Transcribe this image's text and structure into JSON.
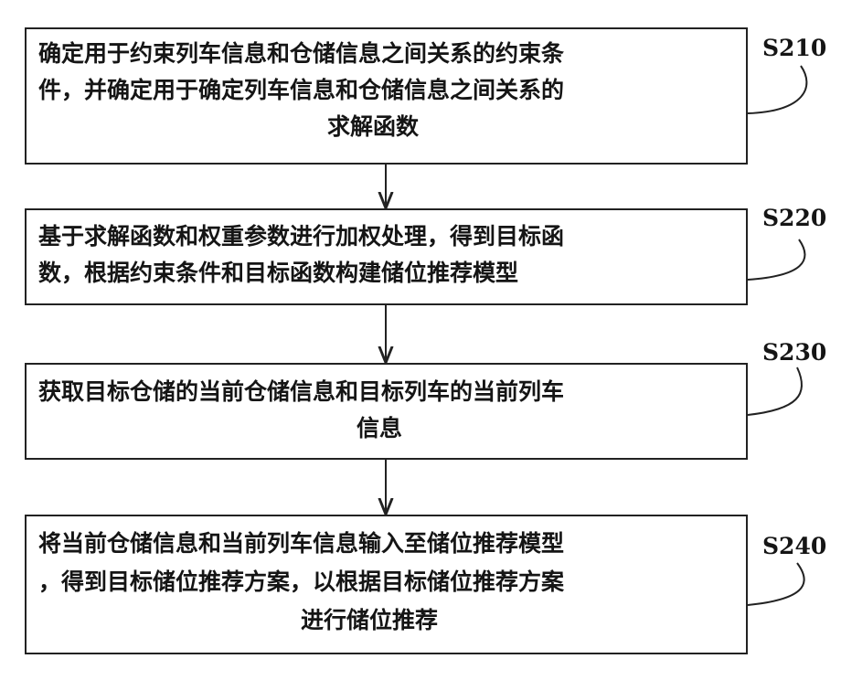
{
  "steps": [
    {
      "id": "S210",
      "lines": [
        "确定用于约束列车信息和仓储信息之间关系的约束条",
        "件，并确定用于确定列车信息和仓储信息之间关系的",
        "求解函数"
      ]
    },
    {
      "id": "S220",
      "lines": [
        "基于求解函数和权重参数进行加权处理，得到目标函",
        "数，根据约束条件和目标函数构建储位推荐模型"
      ]
    },
    {
      "id": "S230",
      "lines": [
        "获取目标仓储的当前仓储信息和目标列车的当前列车",
        "信息"
      ]
    },
    {
      "id": "S240",
      "lines": [
        "将当前仓储信息和当前列车信息输入至储位推荐模型",
        "，得到目标储位推荐方案，以根据目标储位推荐方案",
        "进行储位推荐"
      ]
    }
  ]
}
